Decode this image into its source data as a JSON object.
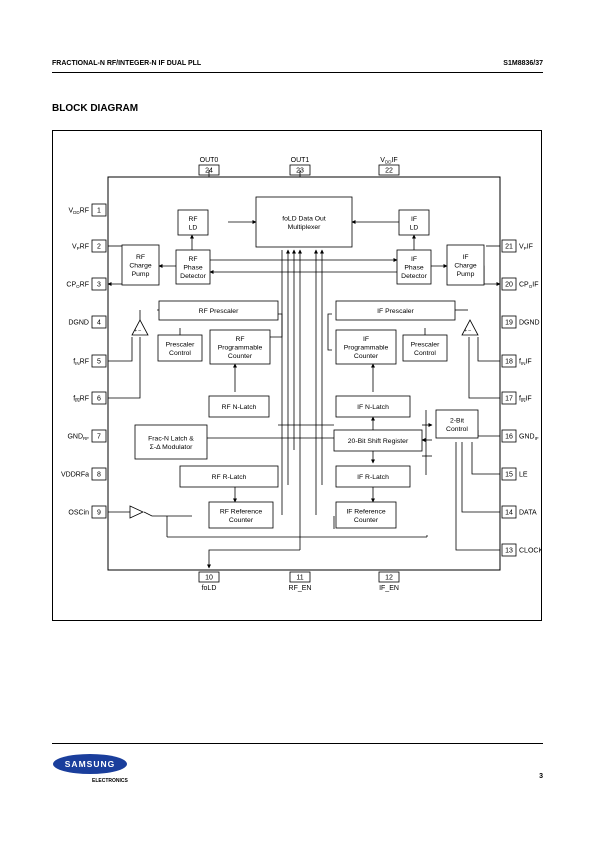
{
  "header": {
    "title": "FRACTIONAL-N RF/INTEGER-N IF DUAL PLL",
    "part_number": "S1M8836/37"
  },
  "section": {
    "title": "BLOCK DIAGRAM"
  },
  "diagram": {
    "top_pins": [
      {
        "name": "OUT0",
        "num": "24"
      },
      {
        "name": "OUT1",
        "num": "23"
      },
      {
        "name_main": "V",
        "name_sub": "DD",
        "name_tail": "IF",
        "num": "22"
      }
    ],
    "bottom_pins": [
      {
        "name": "foLD",
        "num": "10"
      },
      {
        "name": "RF_EN",
        "num": "11"
      },
      {
        "name": "IF_EN",
        "num": "12"
      }
    ],
    "left_pins": [
      {
        "main": "V",
        "sub": "DD",
        "tail": "RF",
        "num": "1"
      },
      {
        "main": "V",
        "sub": "P",
        "tail": "RF",
        "num": "2"
      },
      {
        "main": "CP",
        "sub": "O",
        "tail": "RF",
        "num": "3"
      },
      {
        "main": "DGND",
        "sub": "",
        "tail": "",
        "num": "4"
      },
      {
        "main": "f",
        "sub": "IN",
        "tail": "RF",
        "num": "5"
      },
      {
        "main": "f",
        "sub": "IN",
        "tail": "RF",
        "num": "6",
        "overbar": true
      },
      {
        "main": "GND",
        "sub": "RF",
        "tail": "",
        "num": "7"
      },
      {
        "main": "VDDRFa",
        "sub": "",
        "tail": "",
        "num": "8"
      },
      {
        "main": "OSCin",
        "sub": "",
        "tail": "",
        "num": "9"
      }
    ],
    "right_pins": [
      {
        "main": "V",
        "sub": "P",
        "tail": "IF",
        "num": "21"
      },
      {
        "main": "CP",
        "sub": "O",
        "tail": "IF",
        "num": "20"
      },
      {
        "main": "DGND",
        "sub": "",
        "tail": "",
        "num": "19"
      },
      {
        "main": "f",
        "sub": "IN",
        "tail": "IF",
        "num": "18"
      },
      {
        "main": "f",
        "sub": "IN",
        "tail": "IF",
        "num": "17",
        "overbar": true
      },
      {
        "main": "GND",
        "sub": "IF",
        "tail": "",
        "num": "16"
      },
      {
        "main": "LE",
        "sub": "",
        "tail": "",
        "num": "15"
      },
      {
        "main": "DATA",
        "sub": "",
        "tail": "",
        "num": "14"
      },
      {
        "main": "CLOCK",
        "sub": "",
        "tail": "",
        "num": "13"
      }
    ],
    "blocks": {
      "fold_mux": [
        "foLD Data Out",
        "Multiplexer"
      ],
      "rf_ld": [
        "RF",
        "LD"
      ],
      "if_ld": [
        "IF",
        "LD"
      ],
      "rf_charge_pump": [
        "RF",
        "Charge",
        "Pump"
      ],
      "rf_phase_detector": [
        "RF",
        "Phase",
        "Detector"
      ],
      "if_phase_detector": [
        "IF",
        "Phase",
        "Detector"
      ],
      "if_charge_pump": [
        "IF",
        "Charge",
        "Pump"
      ],
      "rf_prescaler": [
        "RF Prescaler"
      ],
      "if_prescaler": [
        "IF Prescaler"
      ],
      "rf_prescaler_control": [
        "Prescaler",
        "Control"
      ],
      "rf_prog_counter": [
        "RF",
        "Programmable",
        "Counter"
      ],
      "if_prog_counter": [
        "IF",
        "Programmable",
        "Counter"
      ],
      "if_prescaler_control": [
        "Prescaler",
        "Control"
      ],
      "rf_n_latch": [
        "RF N-Latch"
      ],
      "if_n_latch": [
        "IF N-Latch"
      ],
      "frac_n": [
        "Frac-N Latch &",
        "Σ-Δ Modulator"
      ],
      "shift_register": [
        "20-Bit Shift Register"
      ],
      "two_bit_control": [
        "2-Bit",
        "Control"
      ],
      "rf_r_latch": [
        "RF R-Latch"
      ],
      "if_r_latch": [
        "IF R-Latch"
      ],
      "rf_ref_counter": [
        "RF Reference",
        "Counter"
      ],
      "if_ref_counter": [
        "IF Reference",
        "Counter"
      ]
    }
  },
  "footer": {
    "brand": "SAMSUNG",
    "division": "ELECTRONICS",
    "page": "3"
  }
}
